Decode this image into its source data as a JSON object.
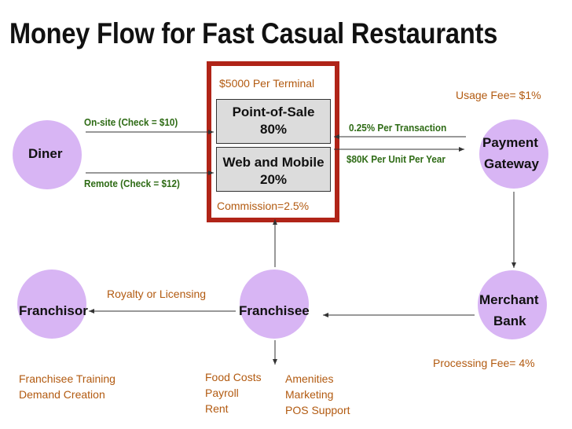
{
  "title": "Money Flow for Fast Casual Restaurants",
  "colors": {
    "circle": "#d8b5f4",
    "frame": "#b02418",
    "box": "#dcdcdc",
    "orange_text": "#b25a10",
    "green_text": "#2e6b15"
  },
  "nodes": {
    "diner": "Diner",
    "payment_gateway_line1": "Payment",
    "payment_gateway_line2": "Gateway",
    "franchisor": "Franchisor",
    "franchisee": "Franchisee",
    "merchant_bank_line1": "Merchant",
    "merchant_bank_line2": "Bank"
  },
  "pos_box": {
    "line1": "Point-of-Sale",
    "line2": "80%"
  },
  "web_box": {
    "line1": "Web and Mobile",
    "line2": "20%"
  },
  "labels": {
    "terminal_price": "$5000 Per Terminal",
    "commission": "Commission=2.5%",
    "usage_fee": "Usage Fee= $1%",
    "processing_fee": "Processing Fee= 4%",
    "royalty": "Royalty or Licensing",
    "onsite": "On-site (Check = $10)",
    "remote": "Remote (Check = $12)",
    "per_transaction": "0.25% Per Transaction",
    "per_unit": "$80K Per Unit Per Year"
  },
  "lists": {
    "franchisor": [
      "Franchisee Training",
      "Demand Creation"
    ],
    "franchisee_costs": [
      "Food Costs",
      "Payroll",
      "Rent"
    ],
    "franchisee_other": [
      "Amenities",
      "Marketing",
      "POS Support"
    ]
  }
}
